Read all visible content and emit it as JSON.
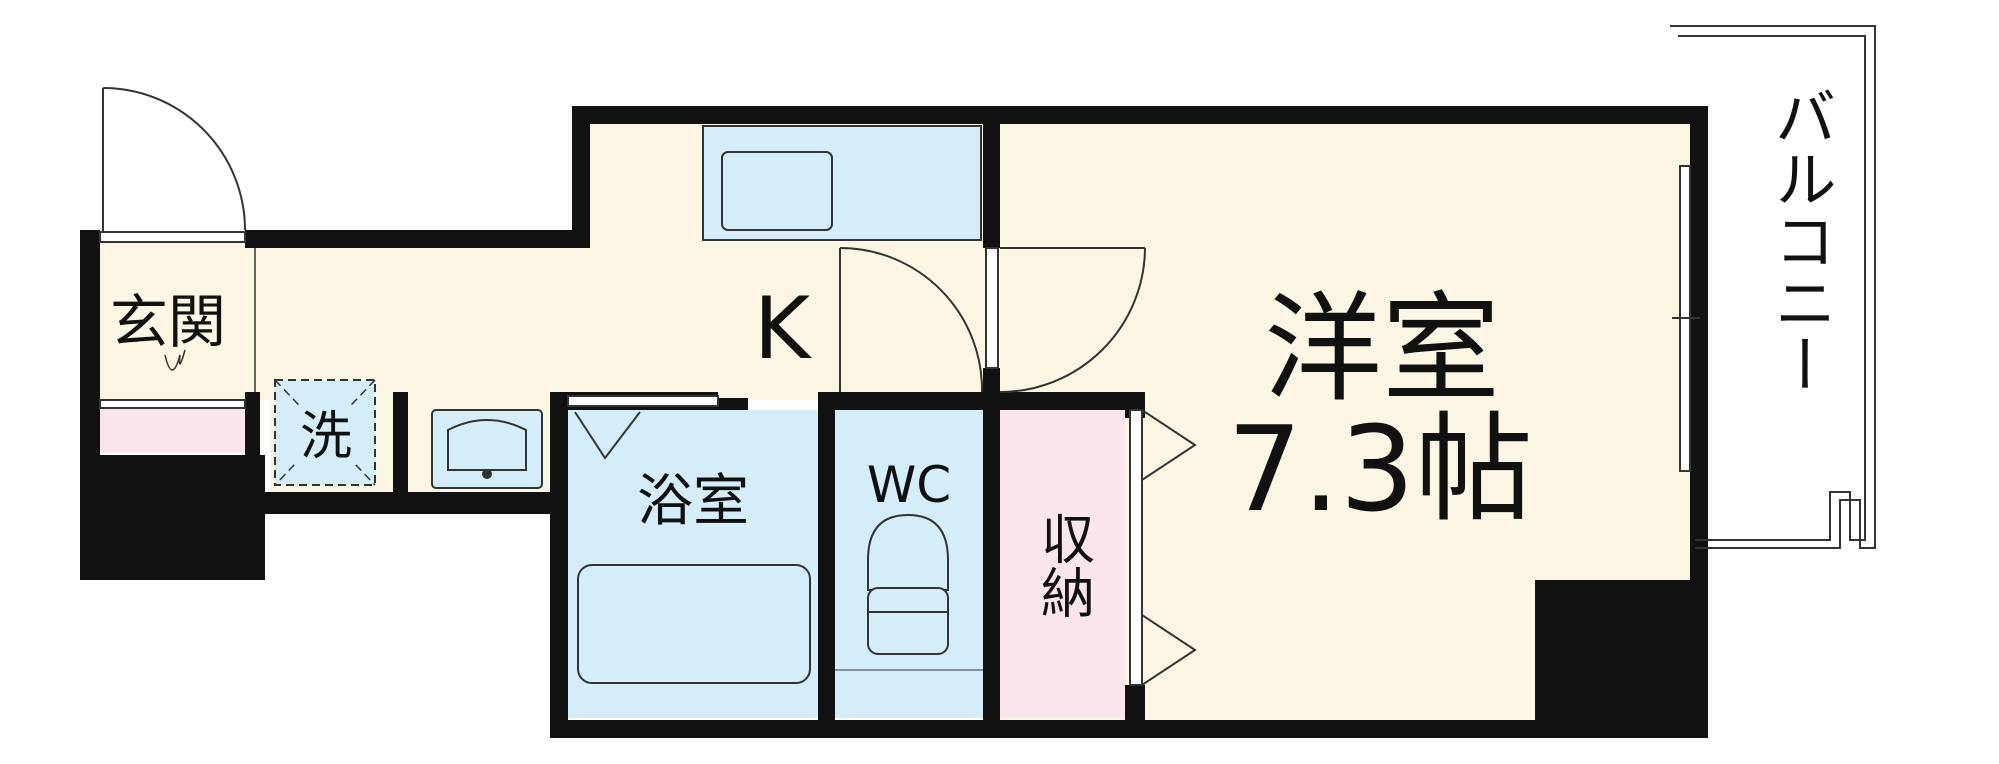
{
  "floorplan": {
    "rooms": {
      "entrance": "玄関",
      "washer": "洗",
      "kitchen": "K",
      "bathroom": "浴室",
      "toilet": "WC",
      "storage": "収納",
      "western_room": "洋室",
      "western_room_size": "7.3帖",
      "balcony": "バルコニー"
    },
    "colors": {
      "wall": "#111111",
      "floor_cream": "#fbf6e4",
      "water_blue": "#d4edf8",
      "storage_pink": "#fbe5ec",
      "line": "#333333"
    }
  }
}
